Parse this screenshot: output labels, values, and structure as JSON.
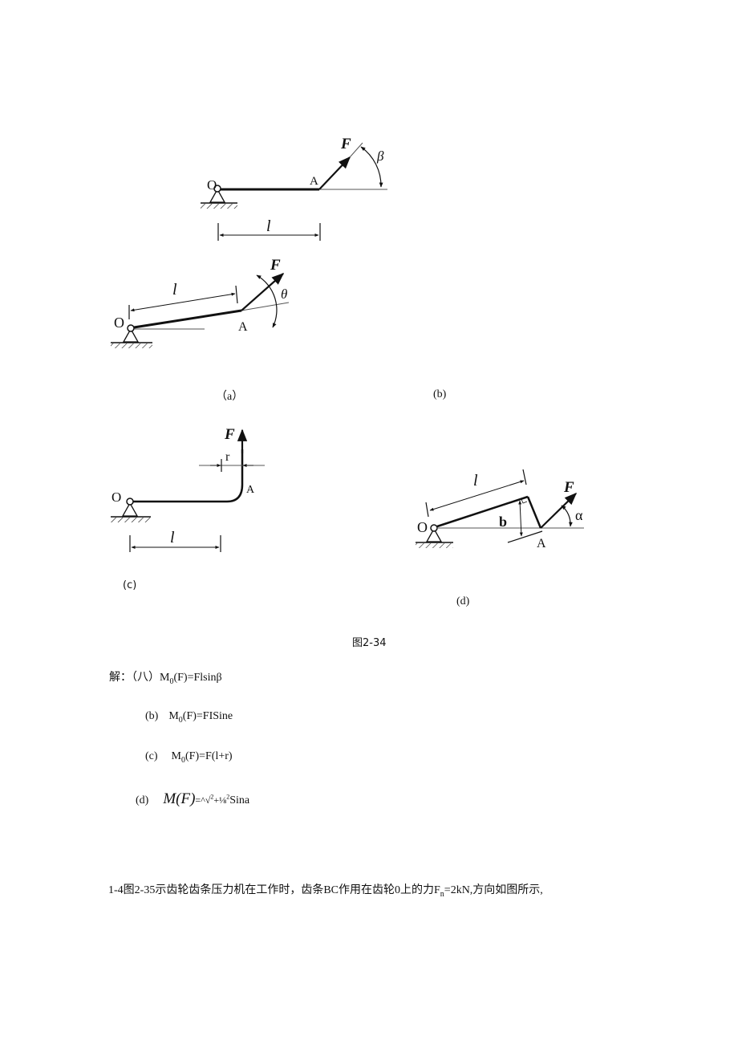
{
  "figure": {
    "caption": "图2-34",
    "subfigures": [
      {
        "id": "a",
        "label": "（a）",
        "points": [
          "O",
          "A"
        ],
        "length": "l",
        "force": "F",
        "angle": "β"
      },
      {
        "id": "b",
        "label": "(b)",
        "points": [
          "O",
          "A"
        ],
        "length": "l",
        "force": "F",
        "angle": "θ"
      },
      {
        "id": "c",
        "label": "(c)",
        "points": [
          "O",
          "A"
        ],
        "length": "l",
        "offset": "r",
        "force": "F"
      },
      {
        "id": "d",
        "label": "(d)",
        "points": [
          "O",
          "A"
        ],
        "length": "l",
        "height": "b",
        "force": "F",
        "angle": "α"
      }
    ]
  },
  "solution": {
    "prefix": "解：",
    "a": {
      "label": "（八）",
      "lhs": "M",
      "sub": "0",
      "rhs": "(F)=Flsinβ"
    },
    "b": {
      "label": "(b)",
      "lhs": "M",
      "sub": "0",
      "rhs": "(F)=FISine"
    },
    "c": {
      "label": "(c)",
      "lhs": "M",
      "sub": "0",
      "rhs": "(F)=F(l+r)"
    },
    "d": {
      "label": "(d)",
      "lhs": "M(F)",
      "eq": "=^√",
      "sup1": "2",
      "mid": "+⅛",
      "sup2": "2",
      "rhs": "Sina"
    }
  },
  "problem": {
    "text_before": "1-4图2-35示齿轮齿条压力机在工作时，齿条BC作用在齿轮0上的力F",
    "sub": "n",
    "text_after": "=2kN,方向如图所示,"
  }
}
